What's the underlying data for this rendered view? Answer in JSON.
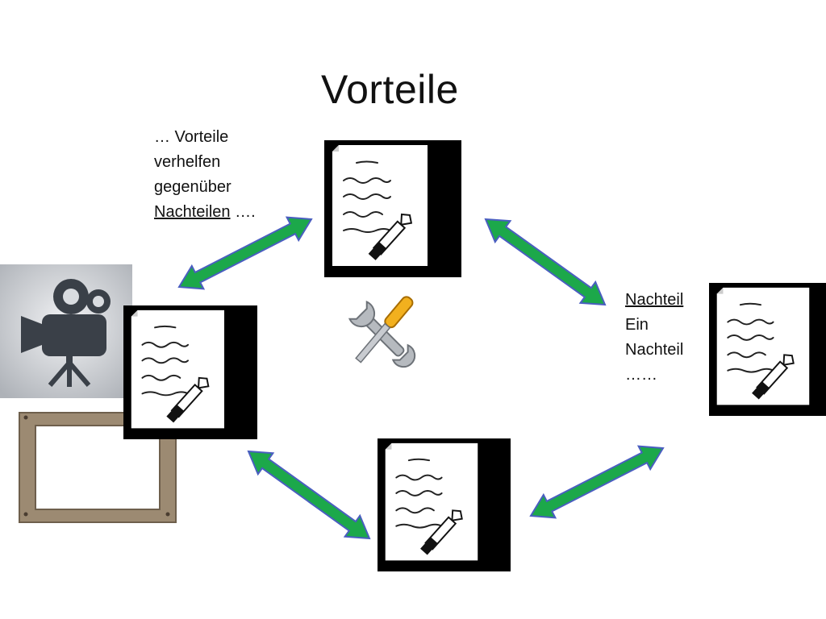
{
  "title": "Vorteile",
  "left_note": {
    "lines": [
      "… Vorteile",
      "verhelfen",
      "gegenüber"
    ],
    "underlined_word": "Nachteilen",
    "trailing": " …."
  },
  "right_note": {
    "lines": [
      "Nachteil",
      "Ein",
      "Nachteil",
      "……"
    ]
  },
  "colors": {
    "arrow_fill": "#1ca84a",
    "arrow_stroke": "#4a5ec0",
    "doc_bg": "#000000",
    "page": "#ffffff"
  },
  "icons": [
    "video-camera-icon",
    "wooden-frame-icon",
    "wrench-screwdriver-icon",
    "document-pen-icon"
  ]
}
